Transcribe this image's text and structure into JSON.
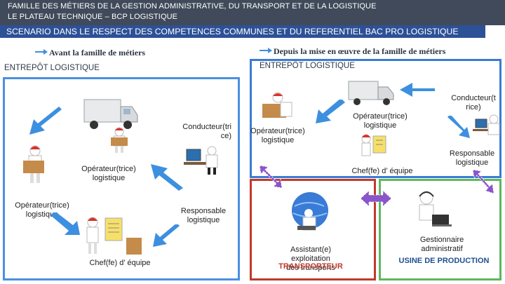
{
  "header": {
    "line1": "FAMILLE DES MÉTIERS DE LA GESTION ADMINISTRATIVE,  DU TRANSPORT ET DE LA LOGISTIQUE",
    "line2": "LE PLATEAU TECHNIQUE –   BCP LOGISTIQUE",
    "banner": "SCENARIO DANS LE RESPECT DES COMPETENCES COMMUNES ET DU REFERENTIEL BAC PRO LOGISTIQUE"
  },
  "left": {
    "title": "Avant la famille de métiers",
    "section": "ENTREPÔT LOGISTIQUE",
    "labels": {
      "driver": "Conducteur(tri\nce)",
      "op1": "Opérateur(trice)\nlogistique",
      "op2": "Opérateur(trice)\nlogistique",
      "resp": "Responsable\nlogistique",
      "chef": "Chef(fe) d’   équipe"
    }
  },
  "right": {
    "title": "Depuis la mise en œuvre de la famille de métiers",
    "section": "ENTREPÔT LOGISTIQUE",
    "labels": {
      "op_left": "Opérateur(trice)\nlogistique",
      "op_mid": "Opérateur(trice)\nlogistique",
      "driver": "Conducteur(t\nrice)",
      "resp": "Responsable\nlogistique",
      "chef": "Chef(fe) d’   équipe"
    }
  },
  "transport": {
    "role": "Assistant(e)\nexploitation\ndes transports",
    "name": "TRANSPORTEUR"
  },
  "usine": {
    "role": "Gestionnaire\nadministratif",
    "name": "USINE DE PRODUCTION"
  },
  "colors": {
    "header_bg": "#404a5a",
    "banner_bg": "#2d5197",
    "left_box": "#4a90e2",
    "right_box": "#3a7bd5",
    "transport_box": "#c0392b",
    "usine_box": "#5cb85c",
    "arrow_blue": "#3d8fe0",
    "arrow_violet": "#8a55c9"
  }
}
